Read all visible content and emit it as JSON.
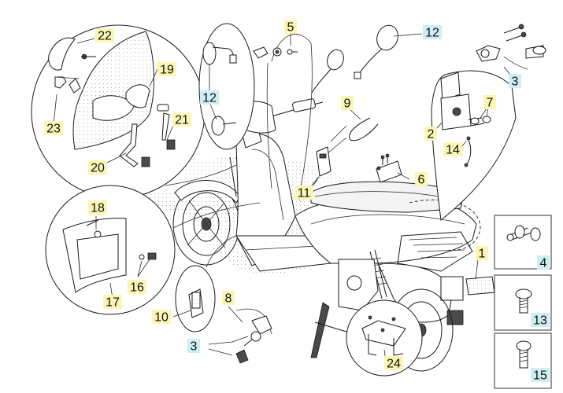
{
  "diagram": {
    "colors": {
      "line": "#1a1a1a",
      "highlight_yellow": "#fbf6b4",
      "highlight_cyan": "#cdeef2",
      "panel_border": "#333333"
    },
    "callouts": [
      {
        "id": "c22",
        "label": "22",
        "style": "yellow"
      },
      {
        "id": "c19",
        "label": "19",
        "style": "yellow"
      },
      {
        "id": "c23",
        "label": "23",
        "style": "yellow"
      },
      {
        "id": "c21",
        "label": "21",
        "style": "yellow"
      },
      {
        "id": "c20",
        "label": "20",
        "style": "yellow"
      },
      {
        "id": "c12a",
        "label": "12",
        "style": "cyan"
      },
      {
        "id": "c5",
        "label": "5",
        "style": "yellow"
      },
      {
        "id": "c12b",
        "label": "12",
        "style": "cyan"
      },
      {
        "id": "c3a",
        "label": "3",
        "style": "cyan"
      },
      {
        "id": "c7",
        "label": "7",
        "style": "yellow"
      },
      {
        "id": "c2",
        "label": "2",
        "style": "yellow"
      },
      {
        "id": "c14",
        "label": "14",
        "style": "yellow"
      },
      {
        "id": "c9",
        "label": "9",
        "style": "yellow"
      },
      {
        "id": "c11",
        "label": "11",
        "style": "yellow"
      },
      {
        "id": "c6",
        "label": "6",
        "style": "yellow"
      },
      {
        "id": "c18",
        "label": "18",
        "style": "yellow"
      },
      {
        "id": "c16",
        "label": "16",
        "style": "yellow"
      },
      {
        "id": "c17",
        "label": "17",
        "style": "yellow"
      },
      {
        "id": "c10",
        "label": "10",
        "style": "yellow"
      },
      {
        "id": "c8",
        "label": "8",
        "style": "yellow"
      },
      {
        "id": "c3b",
        "label": "3",
        "style": "cyan"
      },
      {
        "id": "c1",
        "label": "1",
        "style": "yellow"
      },
      {
        "id": "c24",
        "label": "24",
        "style": "yellow"
      },
      {
        "id": "c4",
        "label": "4",
        "style": "cyan"
      },
      {
        "id": "c13",
        "label": "13",
        "style": "cyan"
      },
      {
        "id": "c15",
        "label": "15",
        "style": "cyan"
      }
    ]
  }
}
